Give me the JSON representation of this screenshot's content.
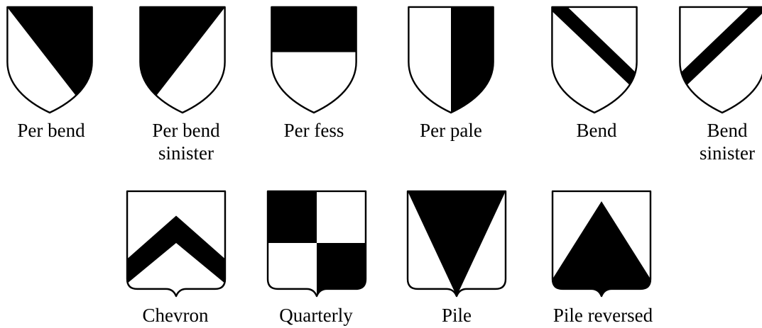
{
  "colors": {
    "fill": "#000000",
    "field": "#ffffff",
    "outline": "#000000"
  },
  "row1": [
    {
      "id": "per-bend",
      "shape": "heater",
      "design": "per-bend",
      "lines": [
        "Per bend"
      ]
    },
    {
      "id": "per-bend-sinister",
      "shape": "heater",
      "design": "per-bend-sinister",
      "lines": [
        "Per bend",
        "sinister"
      ]
    },
    {
      "id": "per-fess",
      "shape": "heater",
      "design": "per-fess",
      "lines": [
        "Per fess"
      ]
    },
    {
      "id": "per-pale",
      "shape": "heater",
      "design": "per-pale",
      "lines": [
        "Per pale"
      ]
    },
    {
      "id": "bend",
      "shape": "heater",
      "design": "bend",
      "lines": [
        "Bend"
      ]
    },
    {
      "id": "bend-sinister",
      "shape": "heater",
      "design": "bend-sinister",
      "lines": [
        "Bend",
        "sinister"
      ]
    }
  ],
  "row2": [
    {
      "id": "chevron",
      "shape": "notched",
      "design": "chevron",
      "lines": [
        "Chevron"
      ]
    },
    {
      "id": "quarterly",
      "shape": "notched",
      "design": "quarterly",
      "lines": [
        "Quarterly"
      ]
    },
    {
      "id": "pile",
      "shape": "notched",
      "design": "pile",
      "lines": [
        "Pile"
      ]
    },
    {
      "id": "pile-reversed",
      "shape": "notched",
      "design": "pile-reversed",
      "lines": [
        "Pile reversed"
      ]
    }
  ]
}
